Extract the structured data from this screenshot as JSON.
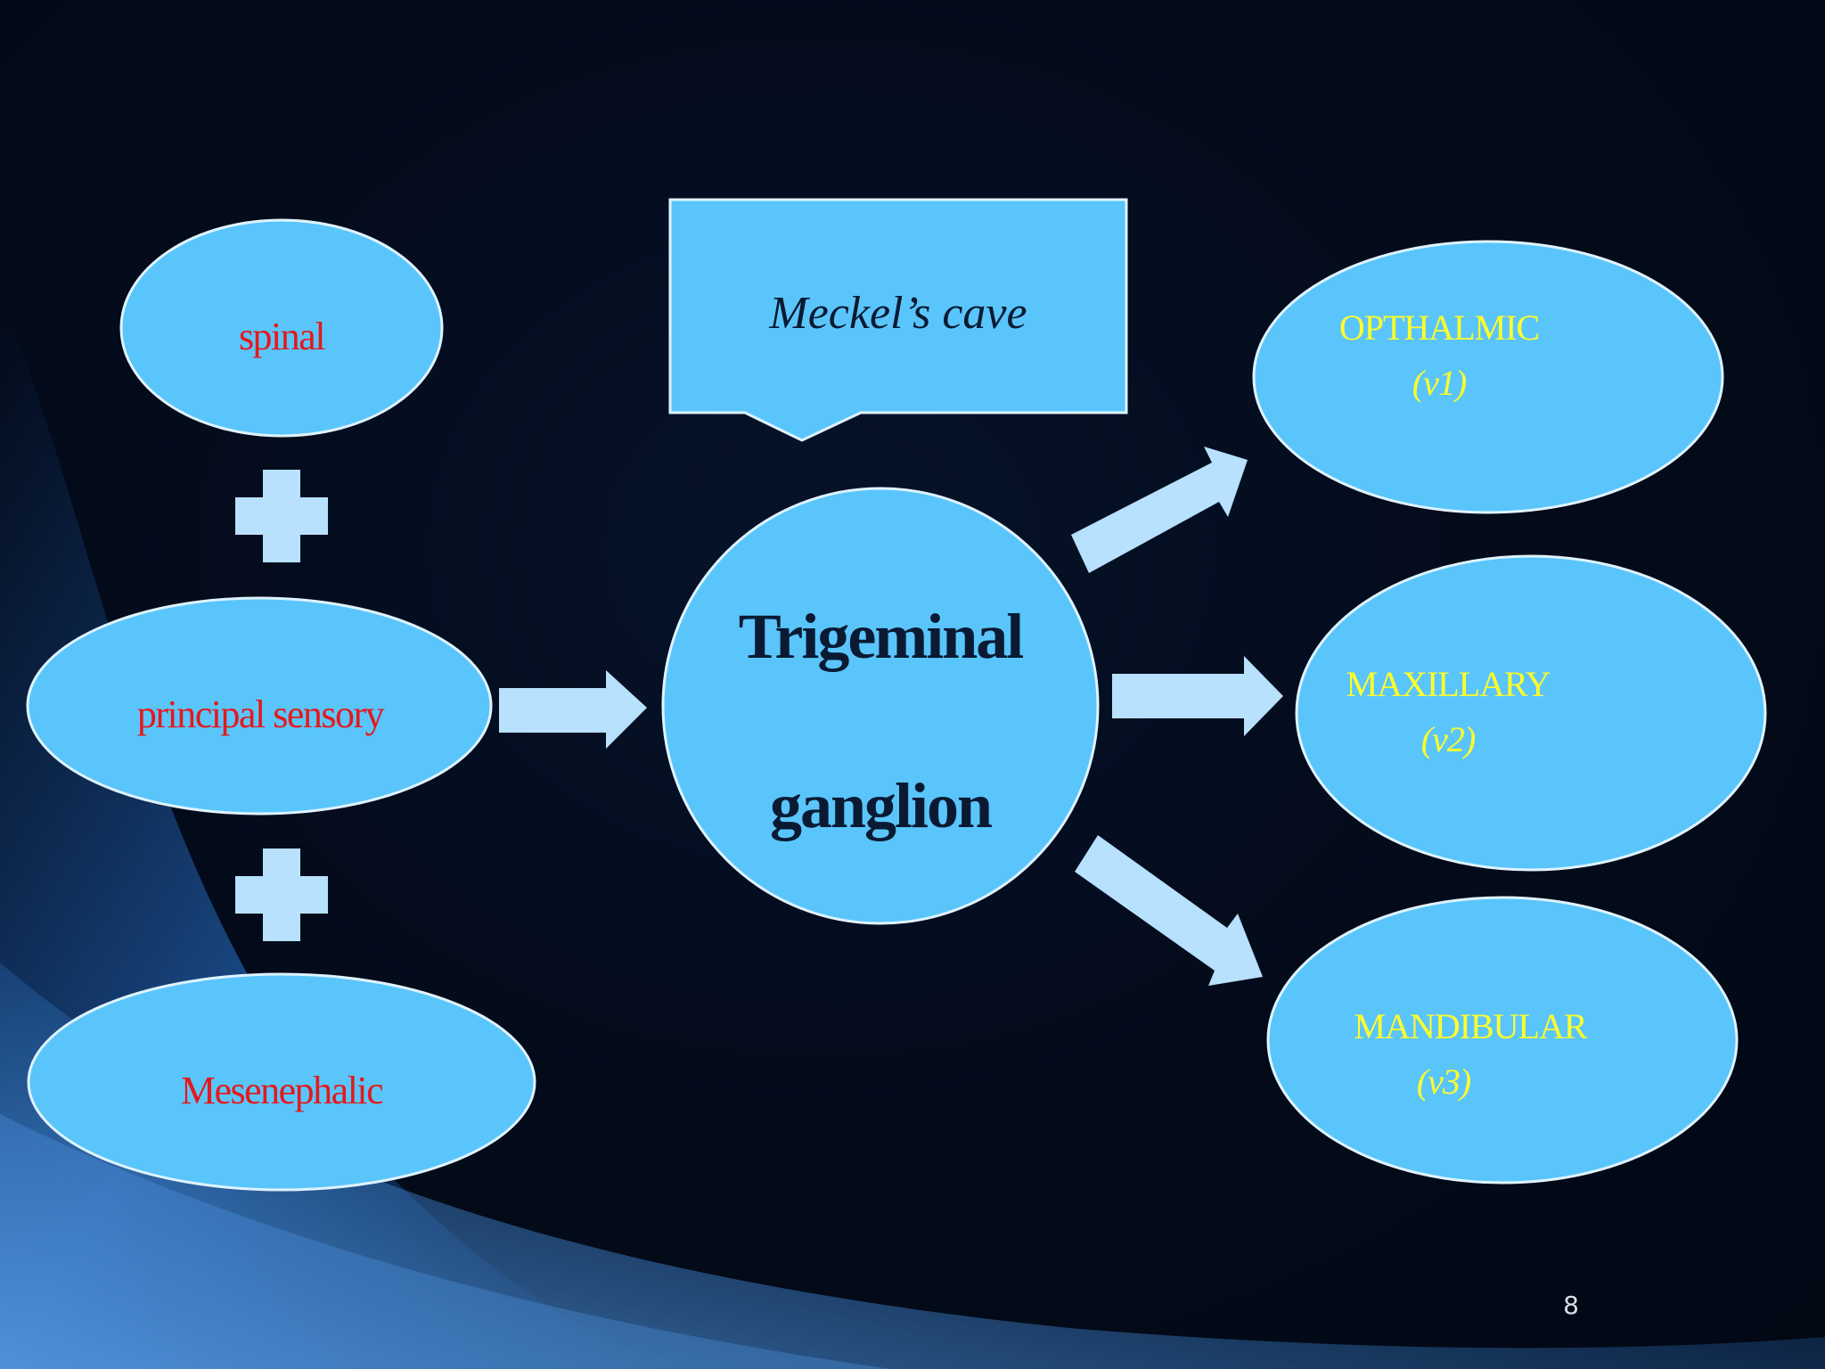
{
  "colors": {
    "background": "#040d1e",
    "node_fill": "#5ac5fb",
    "node_stroke": "#dff3ff",
    "arrow_fill": "#b7e1fd",
    "left_text": "#e4191c",
    "right_text": "#ffff2a",
    "center_text": "#0a1a33"
  },
  "left_nuclei": [
    {
      "label": "spinal"
    },
    {
      "label": "principal sensory"
    },
    {
      "label": "Mesenephalic"
    }
  ],
  "callout": {
    "label": "Meckel’s cave"
  },
  "center": {
    "line1": "Trigeminal",
    "line2": "ganglion"
  },
  "branches": [
    {
      "name": "OPTHALMIC",
      "code": "(v1)"
    },
    {
      "name": "MAXILLARY",
      "code": "(v2)"
    },
    {
      "name": "MANDIBULAR",
      "code": "(v3)"
    }
  ],
  "page_number": "8"
}
